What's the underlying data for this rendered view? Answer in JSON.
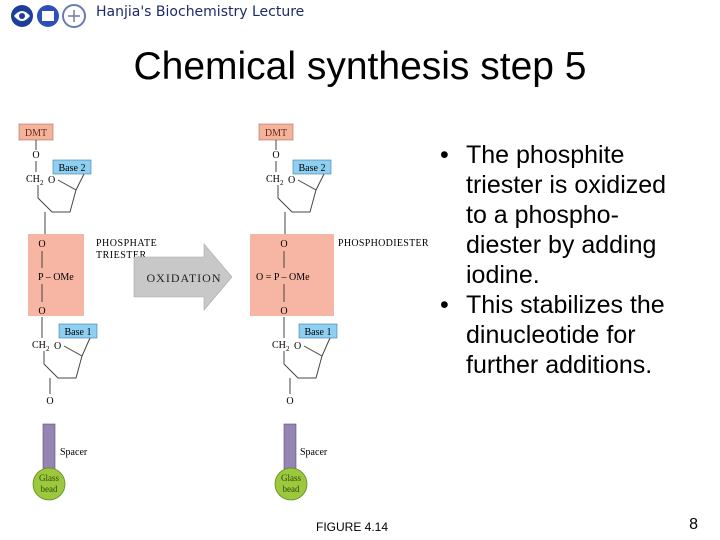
{
  "header": {
    "lecture_title": "Hanjia's Biochemistry Lecture",
    "logo_icon": "university-logo-icon"
  },
  "slide": {
    "title": "Chemical synthesis step 5",
    "page_number": "8"
  },
  "figure": {
    "caption": "FIGURE 4.14",
    "left_molecule": {
      "protect_label": "DMT",
      "base_top": "Base 2",
      "base_bottom": "Base 1",
      "ch2": "CH",
      "ch2_sub": "2",
      "o": "O",
      "p_group": "P – OMe",
      "linkage_label_1": "PHOSPHATE",
      "linkage_label_2": "TRIESTER",
      "spacer": "Spacer",
      "bead_1": "Glass",
      "bead_2": "bead"
    },
    "arrow_label": "OXIDATION",
    "right_molecule": {
      "protect_label": "DMT",
      "base_top": "Base 2",
      "base_bottom": "Base 1",
      "ch2": "CH",
      "ch2_sub": "2",
      "o": "O",
      "p_group": "O = P – OMe",
      "linkage_label": "PHOSPHODIESTER",
      "spacer": "Spacer",
      "bead_1": "Glass",
      "bead_2": "bead"
    },
    "colors": {
      "dmt_fill": "#f4b49b",
      "base_fill": "#8fd0f2",
      "phosphate_fill": "#f7b6a3",
      "spacer_fill": "#9485b2",
      "bead_fill": "#9bc83c",
      "arrow_fill": "#c8c8c8"
    }
  },
  "bullets": [
    {
      "marker": "•",
      "lines": [
        "The phosphite",
        "triester is oxidized",
        "to a phospho-",
        "diester by adding",
        "iodine."
      ]
    },
    {
      "marker": "•",
      "lines": [
        "This stabilizes the",
        "dinucleotide for",
        "further additions."
      ]
    }
  ]
}
